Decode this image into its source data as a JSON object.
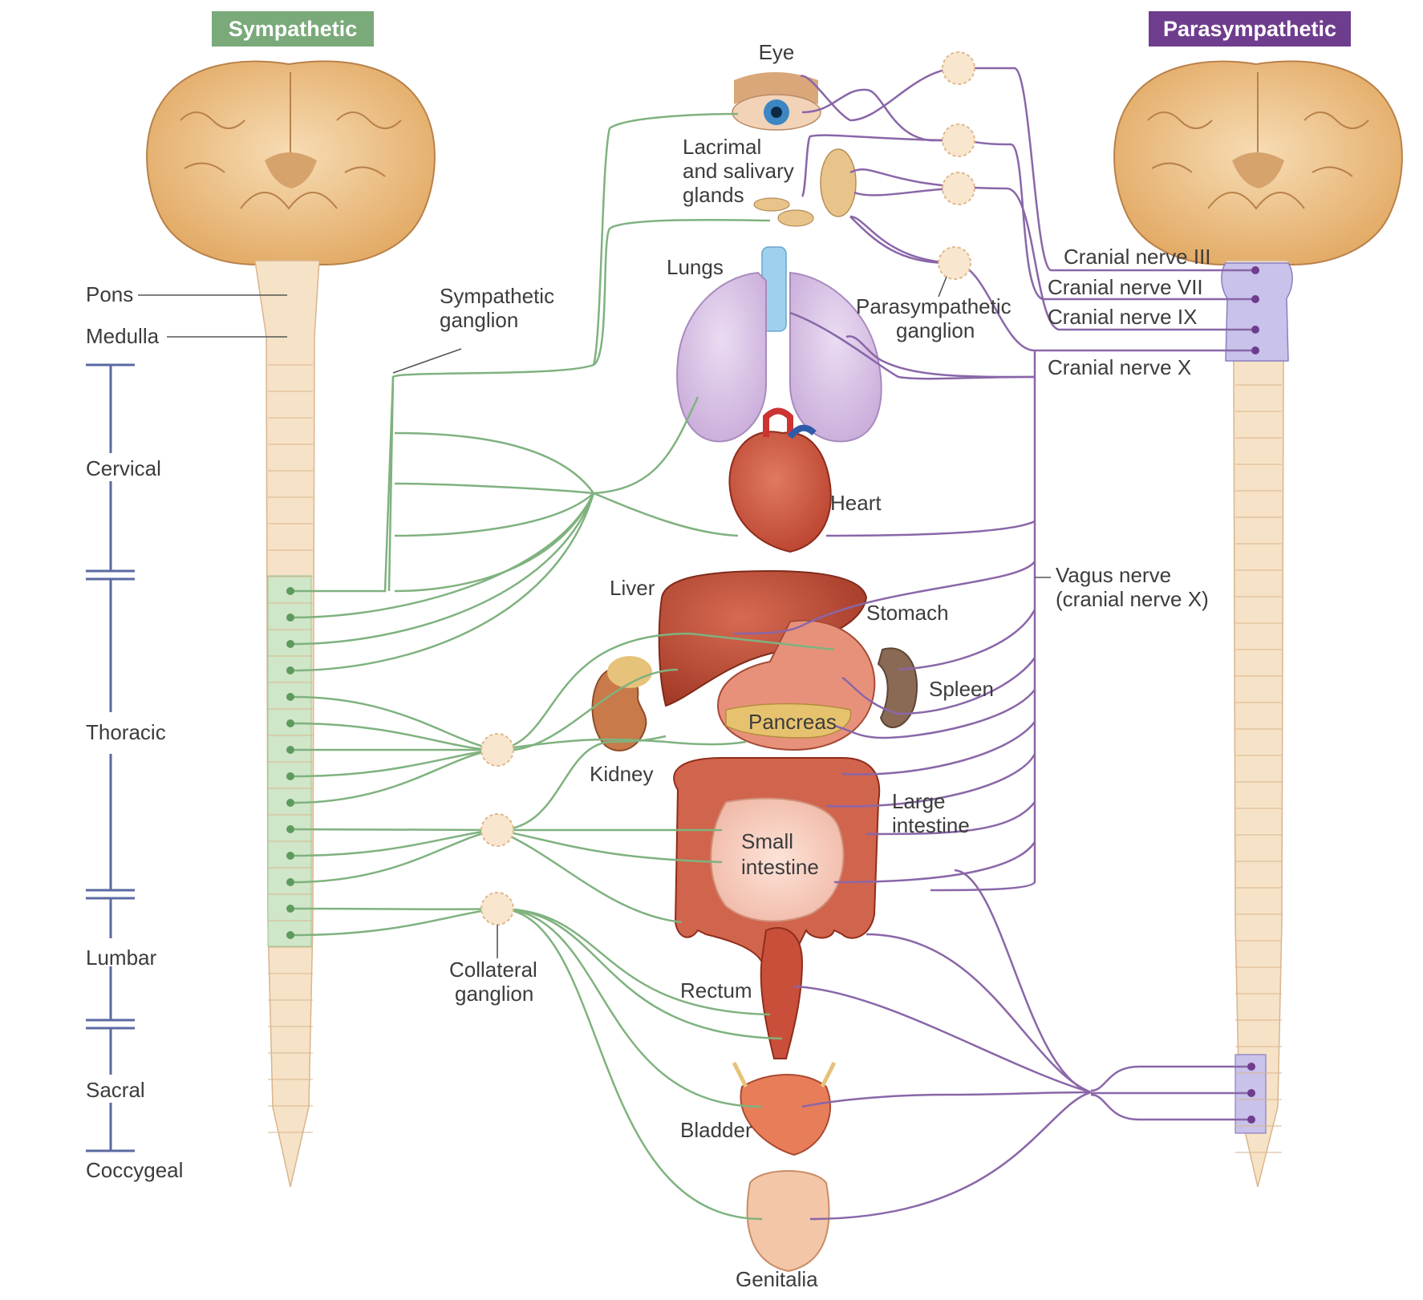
{
  "headers": {
    "sympathetic": "Sympathetic",
    "parasympathetic": "Parasympathetic"
  },
  "regions": {
    "pons": "Pons",
    "medulla": "Medulla",
    "cervical": "Cervical",
    "thoracic": "Thoracic",
    "lumbar": "Lumbar",
    "sacral": "Sacral",
    "coccygeal": "Coccygeal"
  },
  "ganglia": {
    "sympathetic_1": "Sympathetic",
    "sympathetic_2": "ganglion",
    "collateral_1": "Collateral",
    "collateral_2": "ganglion",
    "parasympathetic_1": "Parasympathetic",
    "parasympathetic_2": "ganglion"
  },
  "organs": {
    "eye": "Eye",
    "lacrimal_1": "Lacrimal",
    "lacrimal_2": "and salivary",
    "lacrimal_3": "glands",
    "lungs": "Lungs",
    "heart": "Heart",
    "liver": "Liver",
    "stomach": "Stomach",
    "spleen": "Spleen",
    "pancreas": "Pancreas",
    "kidney": "Kidney",
    "large_intestine_1": "Large",
    "large_intestine_2": "intestine",
    "small_intestine_1": "Small",
    "small_intestine_2": "intestine",
    "rectum": "Rectum",
    "bladder": "Bladder",
    "genitalia": "Genitalia"
  },
  "nerves": {
    "cn3": "Cranial nerve III",
    "cn7": "Cranial nerve VII",
    "cn9": "Cranial nerve IX",
    "cn10": "Cranial nerve X",
    "vagus_1": "Vagus nerve",
    "vagus_2": "(cranial nerve X)"
  },
  "colors": {
    "sympathetic": "#7fb27f",
    "parasympathetic": "#8a66a8",
    "sympathetic_header": "#7aa97a",
    "parasympathetic_header": "#6f3d8d",
    "spinal_cord": "#f6e2c6",
    "brain": "#e8b77b"
  }
}
